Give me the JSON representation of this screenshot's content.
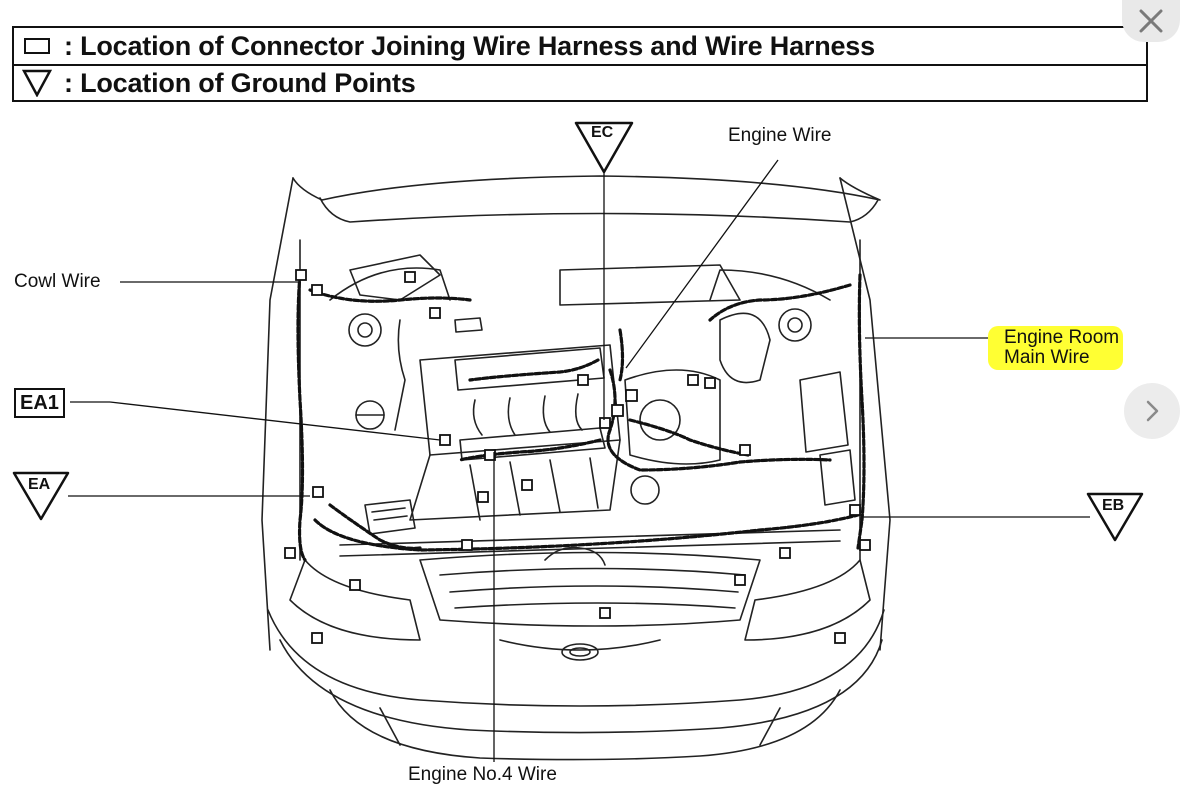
{
  "legend": {
    "connector_text": ": Location of Connector Joining Wire Harness and Wire Harness",
    "ground_text": ": Location of Ground Points"
  },
  "labels": {
    "ec": "EC",
    "engine_wire": "Engine Wire",
    "cowl_wire": "Cowl Wire",
    "engine_room_main_wire_1": "Engine Room",
    "engine_room_main_wire_2": "Main Wire",
    "ea1": "EA1",
    "ea": "EA",
    "eb": "EB",
    "engine_no4_wire": "Engine No.4 Wire"
  },
  "colors": {
    "highlight": "#ffff33",
    "line": "#111111"
  },
  "icons": {
    "close": "close-icon",
    "next": "chevron-right-icon"
  }
}
